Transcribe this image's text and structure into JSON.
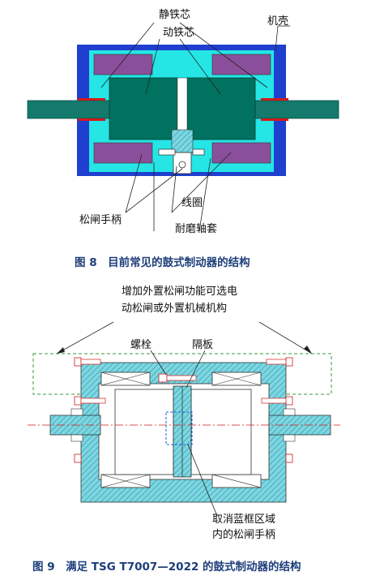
{
  "figure8": {
    "caption": "图 8　目前常见的鼓式制动器的结构",
    "labels": {
      "static_core": "静铁芯",
      "moving_core": "动铁芯",
      "housing": "机壳",
      "coil": "线圈",
      "release_handle": "松闸手柄",
      "bushing": "耐磨轴套"
    }
  },
  "figure9": {
    "caption": "图 9　满足 TSG T7007—2022 的鼓式制动器的结构",
    "labels": {
      "note_line1": "增加外置松闸功能可选电",
      "note_line2": "动松闸或外置机械机构",
      "bolt": "螺栓",
      "partition": "隔板",
      "cancel_line1": "取消蓝框区域",
      "cancel_line2": "内的松闸手柄"
    }
  },
  "colors": {
    "housing_blue": "#1f3fcf",
    "inner_cyan": "#25e5e5",
    "teal": "#00725f",
    "purple": "#8a4f9a",
    "shaft": "#137a6c",
    "hatch_cyan": "#39b9c9",
    "red": "#d31a1a",
    "dash_green": "#3a9a3a"
  }
}
